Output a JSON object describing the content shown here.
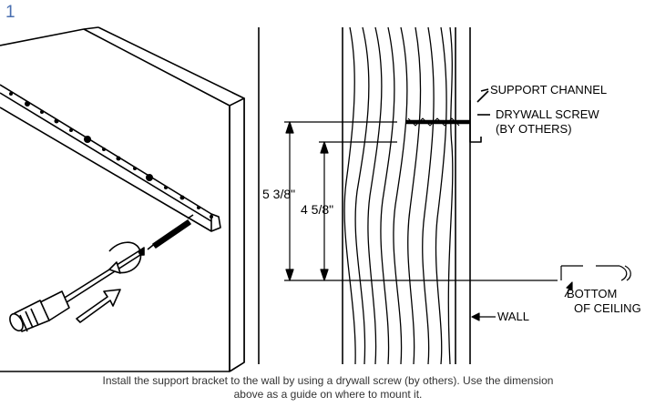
{
  "step_number": "1",
  "labels": {
    "support_channel": "SUPPORT CHANNEL",
    "drywall_screw": "DRYWALL SCREW",
    "by_others": "(BY OTHERS)",
    "dim_outer": "5 3/8\"",
    "dim_inner": "4 5/8\"",
    "wall": "WALL",
    "bottom_of": "BOTTOM",
    "of_ceiling": "OF CEILING"
  },
  "caption": {
    "line1": "Install the support bracket to the wall by using a drywall screw (by others).  Use the dimension",
    "line2": "above as a guide on where to mount it."
  }
}
